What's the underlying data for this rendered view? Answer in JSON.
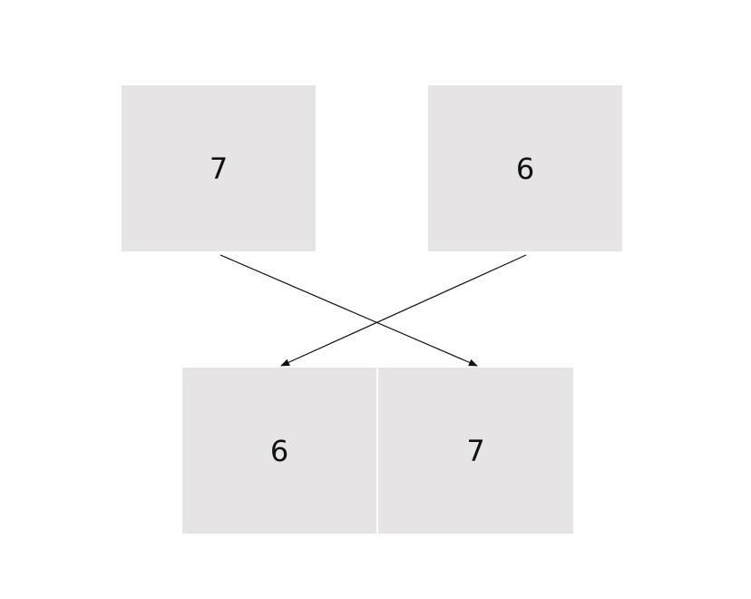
{
  "diagram": {
    "description": "Swap diagram: two top values cross to swapped positions below",
    "top": [
      {
        "value": "7"
      },
      {
        "value": "6"
      }
    ],
    "bottom": [
      {
        "value": "6"
      },
      {
        "value": "7"
      }
    ],
    "arrows": [
      {
        "from": "top-left (7)",
        "to": "bottom-right (7)"
      },
      {
        "from": "top-right (6)",
        "to": "bottom-left (6)"
      }
    ],
    "colors": {
      "box_fill": "#e6e4e5",
      "arrow": "#111111",
      "text": "#111111"
    }
  }
}
